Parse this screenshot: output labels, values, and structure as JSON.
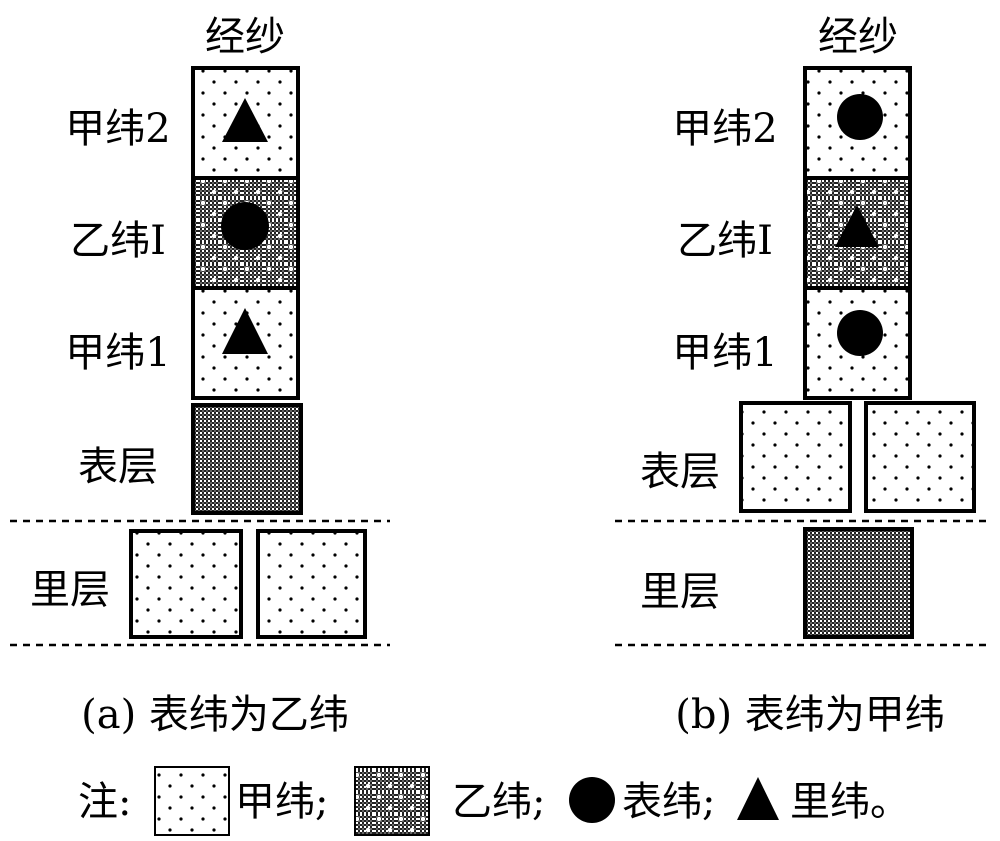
{
  "panel_a": {
    "warp_label": "经纱",
    "rows": [
      "甲纬2",
      "乙纬Ⅰ",
      "甲纬1"
    ],
    "surface_label": "表层",
    "back_label": "里层",
    "caption": "(a) 表纬为乙纬"
  },
  "panel_b": {
    "warp_label": "经纱",
    "rows": [
      "甲纬2",
      "乙纬Ⅰ",
      "甲纬1"
    ],
    "surface_label": "表层",
    "back_label": "里层",
    "caption": "(b) 表纬为甲纬"
  },
  "legend": {
    "note": "注:",
    "weft_a": "甲纬;",
    "weft_b": "乙纬;",
    "face_weft": "表纬;",
    "back_weft": "里纬。"
  }
}
